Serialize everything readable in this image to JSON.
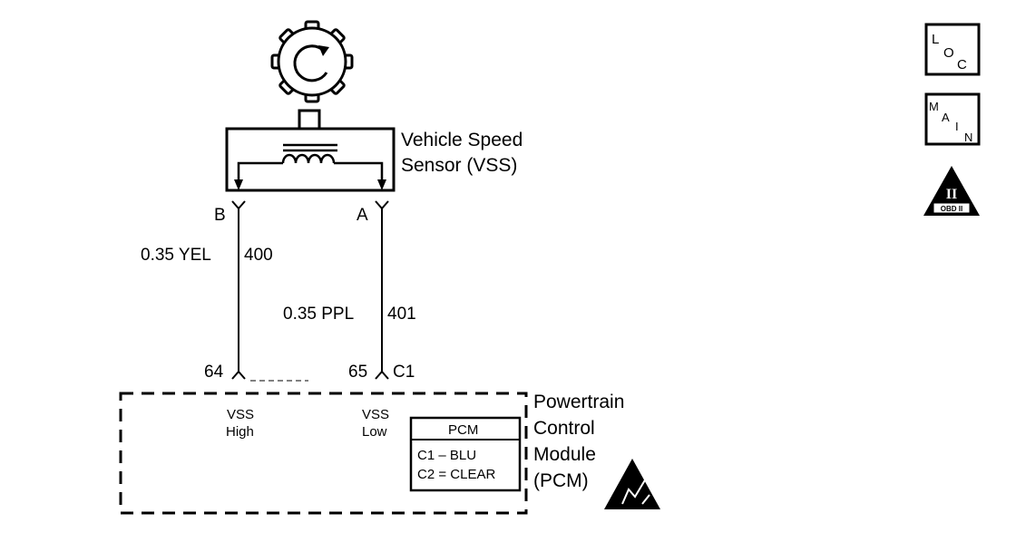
{
  "sensor": {
    "name_line1": "Vehicle Speed",
    "name_line2": "Sensor (VSS)",
    "terminal_b": "B",
    "terminal_a": "A"
  },
  "wires": {
    "wire1_label": "0.35 YEL",
    "wire1_circuit": "400",
    "wire2_label": "0.35 PPL",
    "wire2_circuit": "401"
  },
  "pcm": {
    "pin1": "64",
    "pin2": "65",
    "connector": "C1",
    "input1_line1": "VSS",
    "input1_line2": "High",
    "input2_line1": "VSS",
    "input2_line2": "Low",
    "name_line1": "Powertrain",
    "name_line2": "Control",
    "name_line3": "Module",
    "name_line4": "(PCM)",
    "legend_title": "PCM",
    "legend_row1": "C1  –  BLU",
    "legend_row2": "C2  =  CLEAR"
  },
  "icons": {
    "loc": {
      "l": "L",
      "o": "O",
      "c": "C"
    },
    "main": {
      "m": "M",
      "a": "A",
      "i": "I",
      "n": "N"
    },
    "obd": {
      "numeral": "II",
      "caption": "OBD II"
    }
  }
}
